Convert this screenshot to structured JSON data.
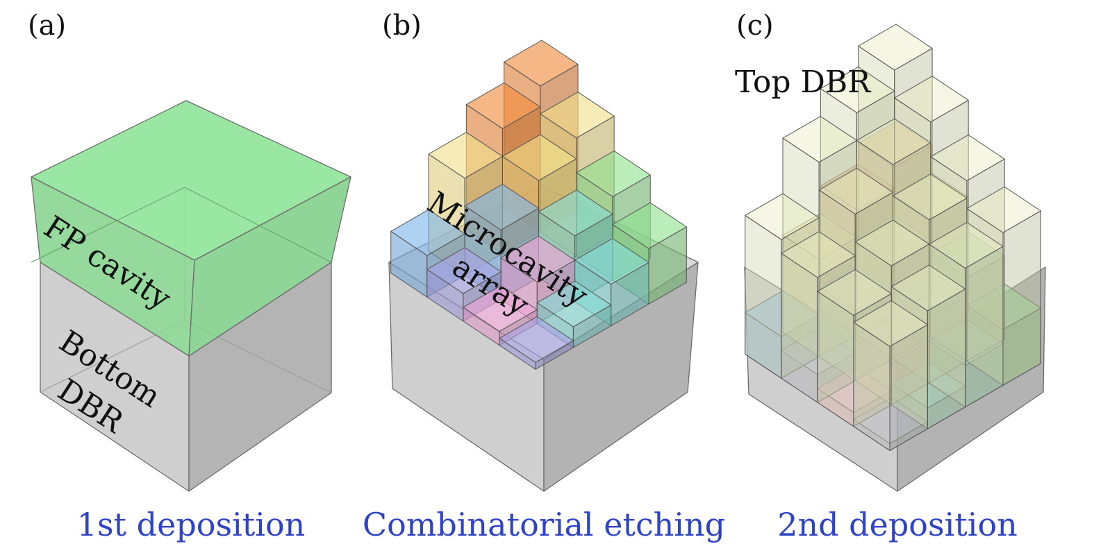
{
  "panels": [
    {
      "label": "(a)",
      "caption": "1st deposition",
      "annotations": [
        "FP cavity",
        "Bottom",
        "DBR"
      ]
    },
    {
      "label": "(b)",
      "caption": "Combinatorial etching",
      "annotations": [
        "Microcavity",
        "array"
      ]
    },
    {
      "label": "(c)",
      "caption": "2nd deposition",
      "annotations": [
        "Top DBR"
      ]
    }
  ],
  "colors": {
    "caption": "#2f43c6",
    "substrate": "#c8c8c8",
    "fp_cavity": "#7fe58a",
    "top_dbr": "#e8edc4",
    "pillar_orange": "#f08a3c",
    "pillar_yellow": "#f2e08a",
    "pillar_blue": "#7fb6ea",
    "pillar_purple": "#a9a4e6",
    "pillar_pink": "#f2a6d8",
    "pillar_cyan": "#86dcd6",
    "pillar_green": "#8fe28f"
  }
}
